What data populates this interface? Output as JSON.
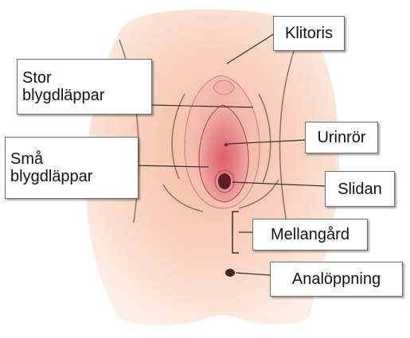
{
  "diagram": {
    "labels": {
      "klitoris": "Klitoris",
      "stora_blygdlappar": "Stor\nblygdläppar",
      "sma_blygdlappar": "Små\nblygdläppar",
      "urinror": "Urinrör",
      "slidan": "Slidan",
      "mellangard": "Mellangård",
      "analoppning": "Analöppning"
    },
    "colors": {
      "skin": "#f6c7ad",
      "skin_light": "#fde8dc",
      "inner_pink": "#e6858a",
      "inner_dark": "#c94f5a",
      "leader_line": "#333333"
    }
  }
}
